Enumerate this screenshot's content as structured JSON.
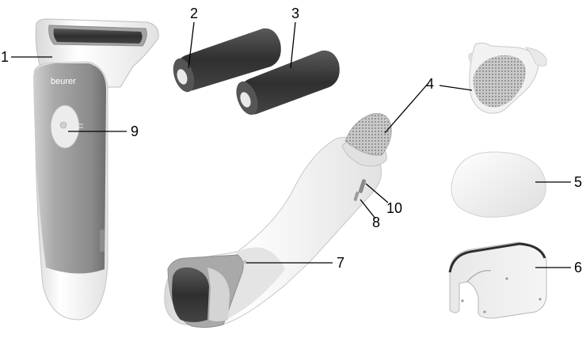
{
  "brand": "beurer",
  "colors": {
    "body_white": "#f7f7f7",
    "body_shade": "#dcdcdc",
    "grip_grey": "#9a9a9a",
    "grip_dark": "#7d7d7d",
    "roller_dark": "#3a3a3a",
    "mesh_silver": "#bdbdbd",
    "callout_line": "#000000"
  },
  "callouts": {
    "c1": "1",
    "c2": "2",
    "c3": "3",
    "c4": "4",
    "c5": "5",
    "c6": "6",
    "c7": "7",
    "c8": "8",
    "c9": "9",
    "c10": "10"
  }
}
